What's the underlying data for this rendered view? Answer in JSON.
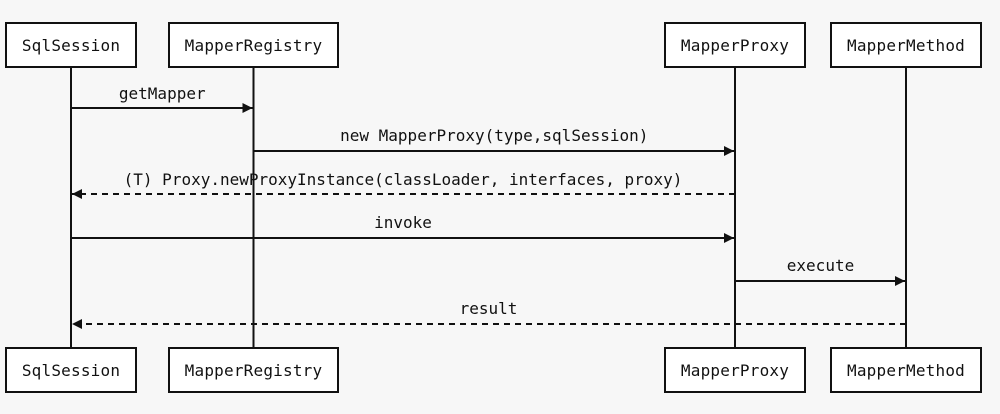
{
  "participants": [
    {
      "id": "sqlsession",
      "label": "SqlSession"
    },
    {
      "id": "mapperregistry",
      "label": "MapperRegistry"
    },
    {
      "id": "mapperproxy",
      "label": "MapperProxy"
    },
    {
      "id": "mappermethod",
      "label": "MapperMethod"
    }
  ],
  "messages": [
    {
      "label": "getMapper",
      "from": "sqlsession",
      "to": "mapperregistry",
      "style": "solid"
    },
    {
      "label": "new MapperProxy(type,sqlSession)",
      "from": "mapperregistry",
      "to": "mapperproxy",
      "style": "solid"
    },
    {
      "label": "(T) Proxy.newProxyInstance(classLoader, interfaces, proxy)",
      "from": "mapperproxy",
      "to": "sqlsession",
      "style": "dashed"
    },
    {
      "label": "invoke",
      "from": "sqlsession",
      "to": "mapperproxy",
      "style": "solid"
    },
    {
      "label": "execute",
      "from": "mapperproxy",
      "to": "mappermethod",
      "style": "solid"
    },
    {
      "label": "result",
      "from": "mappermethod",
      "to": "sqlsession",
      "style": "dashed"
    }
  ],
  "colors": {
    "line": "#111111",
    "box_fill": "#ffffff",
    "background": "#f7f7f7"
  }
}
